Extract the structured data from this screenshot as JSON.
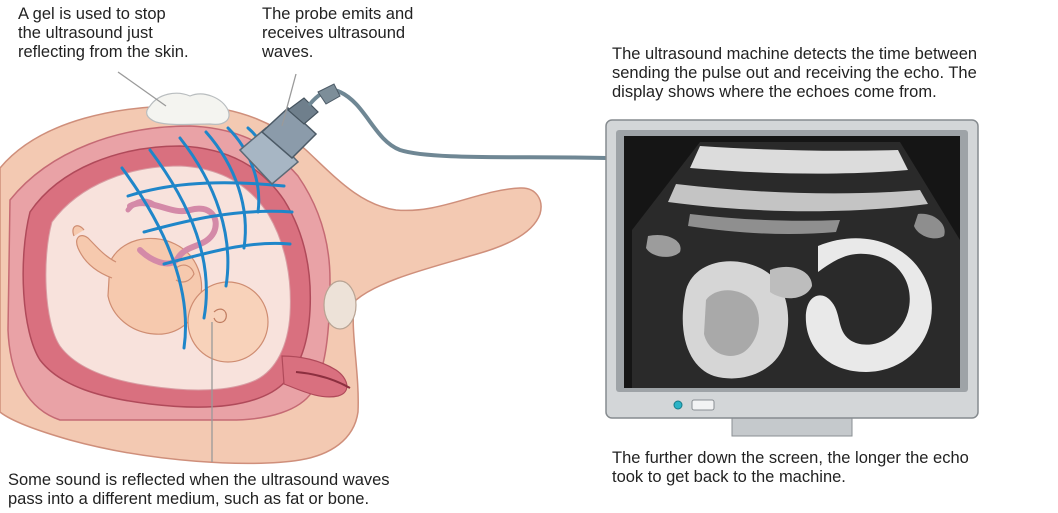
{
  "labels": {
    "gel": [
      "A gel is used to stop",
      "the ultrasound just",
      "reflecting from the skin."
    ],
    "probe": [
      "The probe emits and",
      "receives ultrasound",
      "waves."
    ],
    "machine": [
      "The ultrasound machine detects the time between",
      "sending the pulse out and receiving the echo. The",
      "display shows where the echoes come from."
    ],
    "reflection": [
      "Some sound is reflected when the ultrasound waves",
      "pass into a different medium, such as fat or bone."
    ],
    "screen_depth": [
      "The further down the screen, the longer the echo",
      "took to get back to the machine."
    ]
  },
  "colors": {
    "wave": "#1f86c9",
    "skin": "#f3c9b2",
    "uterus": "#e58a98",
    "fluid": "#f8e2dc",
    "monitor_frame": "#d3d6d8",
    "screen": "#151515",
    "echo": "#e9e9e9"
  },
  "icons": {
    "probe": "ultrasound-probe-icon",
    "monitor": "monitor-icon"
  }
}
